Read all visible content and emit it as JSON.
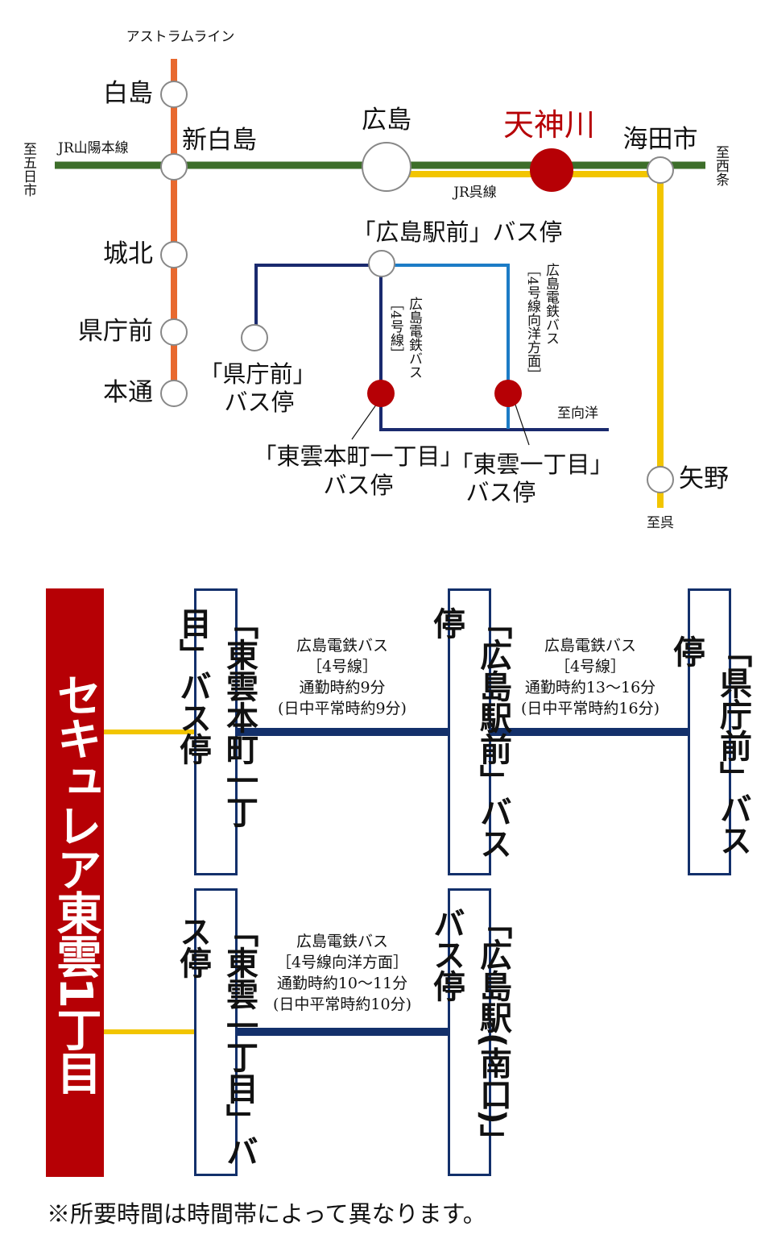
{
  "map": {
    "astram_line": "アストラムライン",
    "jr_sanyo_line": "JR山陽本線",
    "jr_kure_line": "JR呉線",
    "to_itsukaichi": "至五日市",
    "to_saijo": "至西条",
    "to_kure": "至呉",
    "to_mukainada": "至向洋",
    "stations": {
      "hakushima": "白島",
      "shin_hakushima": "新白島",
      "johoku": "城北",
      "kenchomae": "県庁前",
      "hondori": "本通",
      "hiroshima": "広島",
      "tenjingawa": "天神川",
      "kaitaichi": "海田市",
      "yano": "矢野"
    },
    "bus_stops": {
      "hiroshima_ekimae": "「広島駅前」バス停",
      "kenchomae_1": "「県庁前」",
      "kenchomae_2": "バス停",
      "shinonome_honmachi_1": "「東雲本町一丁目」",
      "shinonome_honmachi_2": "バス停",
      "shinonome_1": "「東雲一丁目」",
      "shinonome_2": "バス停"
    },
    "bus_routes": {
      "route4_name": "広島電鉄バス",
      "route4_line": "［4号線］",
      "route4m_name": "広島電鉄バス",
      "route4m_line": "［4号線向洋方面］"
    }
  },
  "routes": {
    "origin": "セキュレア東雲1丁目",
    "stops": {
      "a": "「東雲本町一丁目」バス停",
      "b": "「広島駅前」バス停",
      "c": "「県庁前」バス停",
      "d": "「東雲一丁目」バス停",
      "e": "「広島駅(南口)」バス停"
    },
    "segments": [
      {
        "line1": "広島電鉄バス",
        "line2": "［4号線］",
        "line3": "通勤時約9分",
        "line4": "(日中平常時約9分)"
      },
      {
        "line1": "広島電鉄バス",
        "line2": "［4号線］",
        "line3": "通勤時約13〜16分",
        "line4": "(日中平常時約16分)"
      },
      {
        "line1": "広島電鉄バス",
        "line2": "［4号線向洋方面］",
        "line3": "通勤時約10〜11分",
        "line4": "(日中平常時約10分)"
      }
    ]
  },
  "footnote": "※所要時間は時間帯によって異なります。",
  "colors": {
    "astram": "#e8692f",
    "sanyo": "#3d6e2a",
    "kure": "#f2c500",
    "navy": "#13306b",
    "blue": "#1c7cc6",
    "red": "#b60005"
  }
}
